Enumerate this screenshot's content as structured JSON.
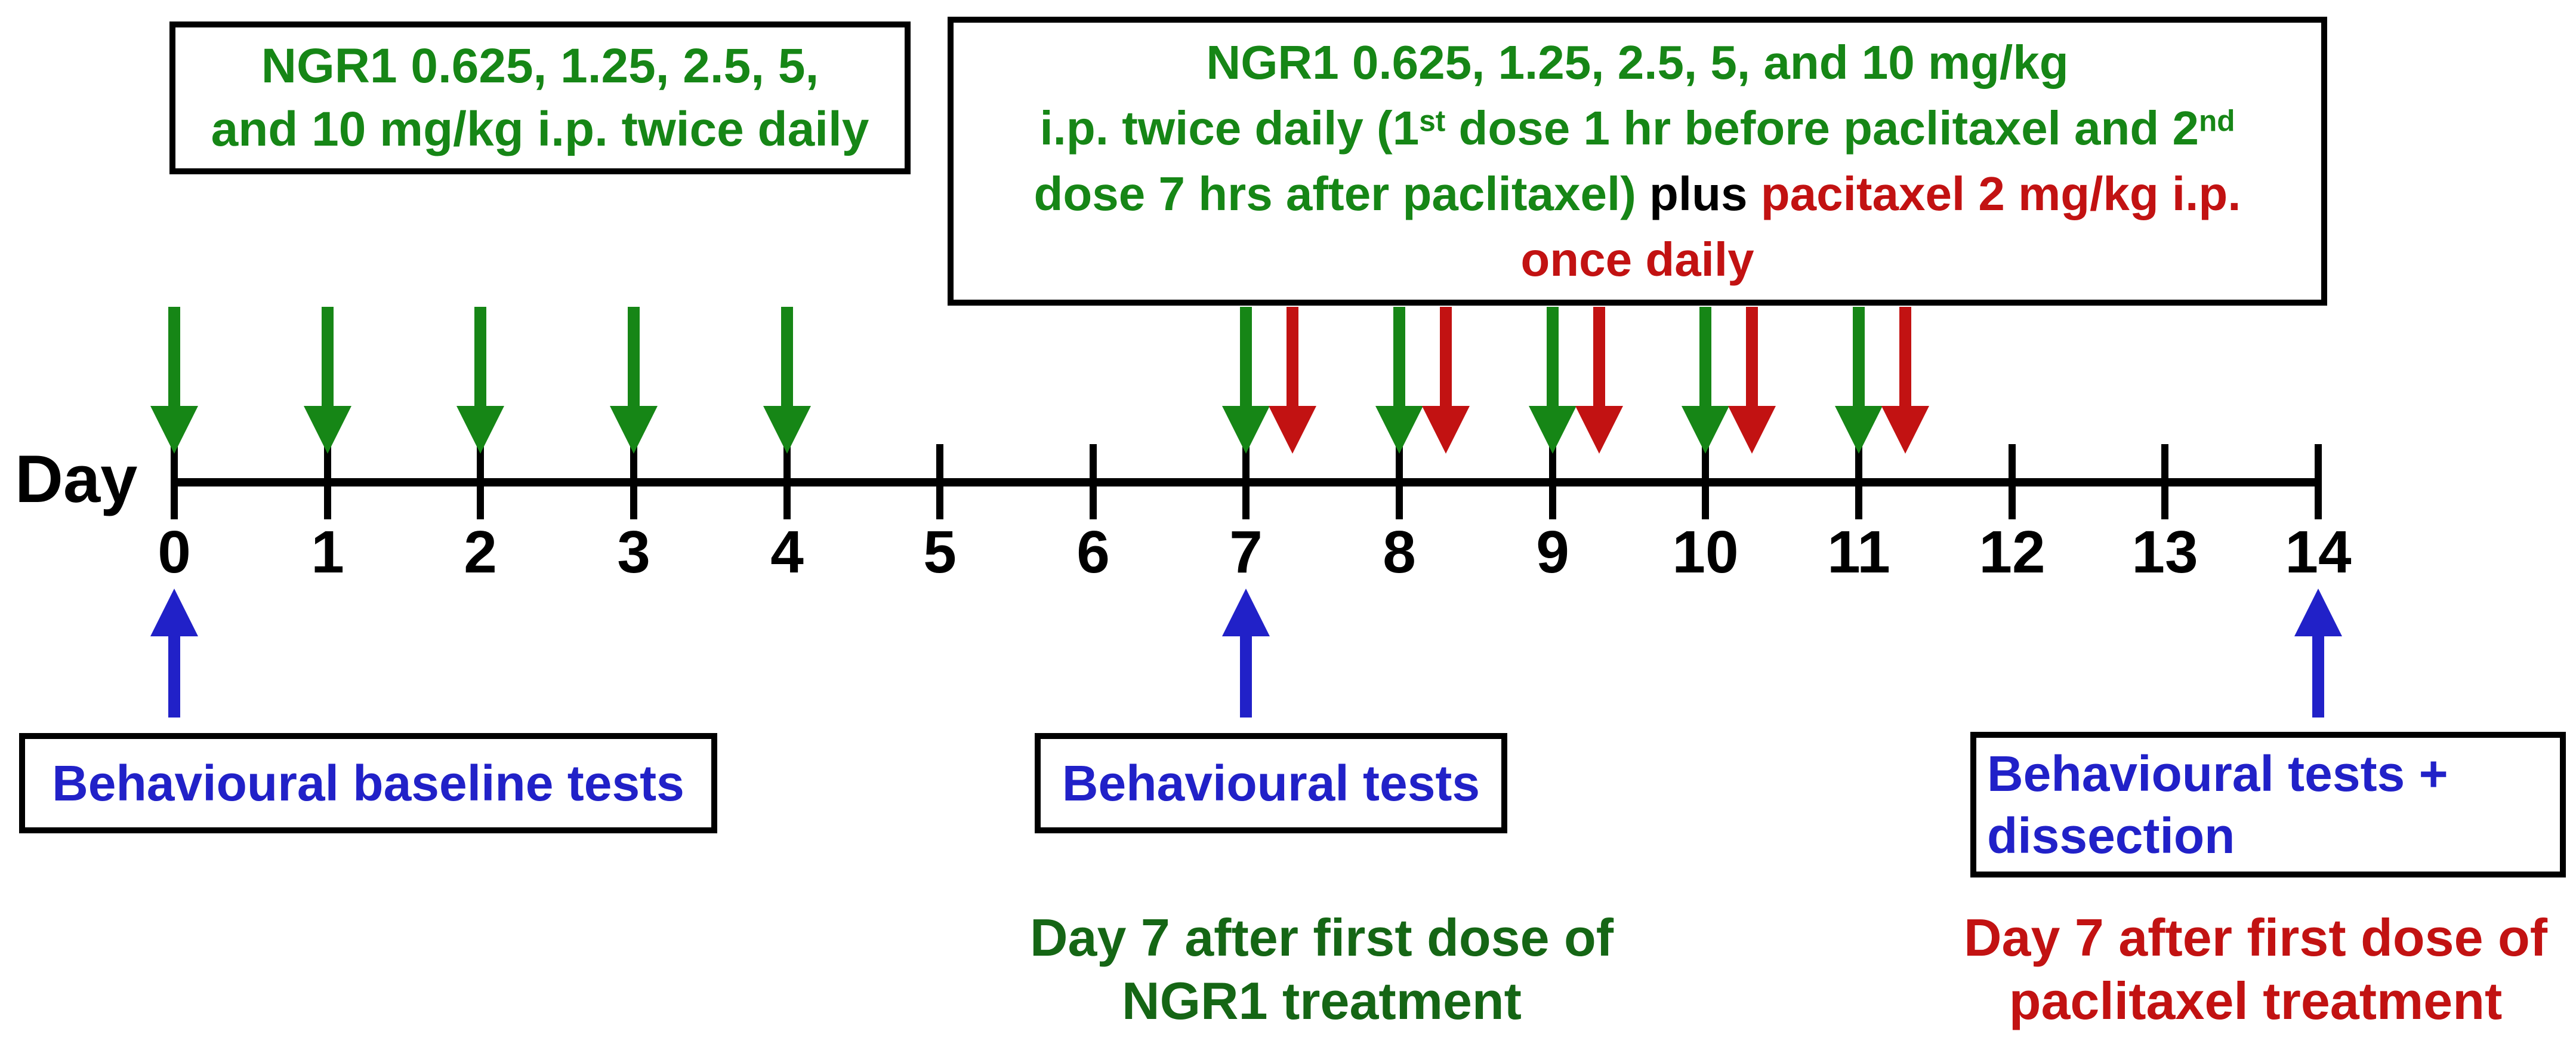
{
  "colors": {
    "green": "#168616",
    "dark_green": "#156615",
    "red": "#c21212",
    "blue": "#2121c8",
    "black": "#000000"
  },
  "axis": {
    "label": "Day",
    "day_labels": [
      "0",
      "1",
      "2",
      "3",
      "4",
      "5",
      "6",
      "7",
      "8",
      "9",
      "10",
      "11",
      "12",
      "13",
      "14"
    ],
    "min": 0,
    "max": 14
  },
  "boxes": {
    "ngr1_alone": {
      "lines": [
        "NGR1 0.625, 1.25, 2.5, 5,",
        "and 10 mg/kg i.p. twice daily"
      ]
    },
    "ngr1_plus_paclitaxel": {
      "line1": "NGR1 0.625, 1.25, 2.5, 5, and 10 mg/kg",
      "line2": [
        {
          "text": "i.p. twice daily (1"
        },
        {
          "text": "st",
          "sup": true
        },
        {
          "text": " dose 1 hr before paclitaxel and 2"
        },
        {
          "text": "nd",
          "sup": true
        }
      ],
      "line3": [
        {
          "text": "dose 7 hrs after paclitaxel)",
          "color": "green"
        },
        {
          "text": " plus ",
          "color": "black"
        },
        {
          "text": "pacitaxel 2 mg/kg i.p.",
          "color": "red"
        }
      ],
      "line4": "once daily"
    },
    "baseline_tests": {
      "label": "Behavioural baseline tests"
    },
    "mid_tests": {
      "label": "Behavioural tests"
    },
    "end_tests": {
      "lines": [
        "Behavioural tests +",
        "dissection"
      ]
    }
  },
  "annotations": {
    "ngr1_day7": {
      "lines": [
        "Day 7 after first dose of",
        "NGR1 treatment"
      ]
    },
    "paclitaxel_day7": {
      "lines": [
        "Day 7 after first dose of",
        "paclitaxel treatment"
      ]
    }
  },
  "arrows": {
    "ngr1_days": [
      0,
      1,
      2,
      3,
      4,
      7,
      8,
      9,
      10,
      11
    ],
    "paclitaxel_days": [
      7,
      8,
      9,
      10,
      11
    ],
    "behavioural_days": [
      0,
      7,
      14
    ]
  }
}
